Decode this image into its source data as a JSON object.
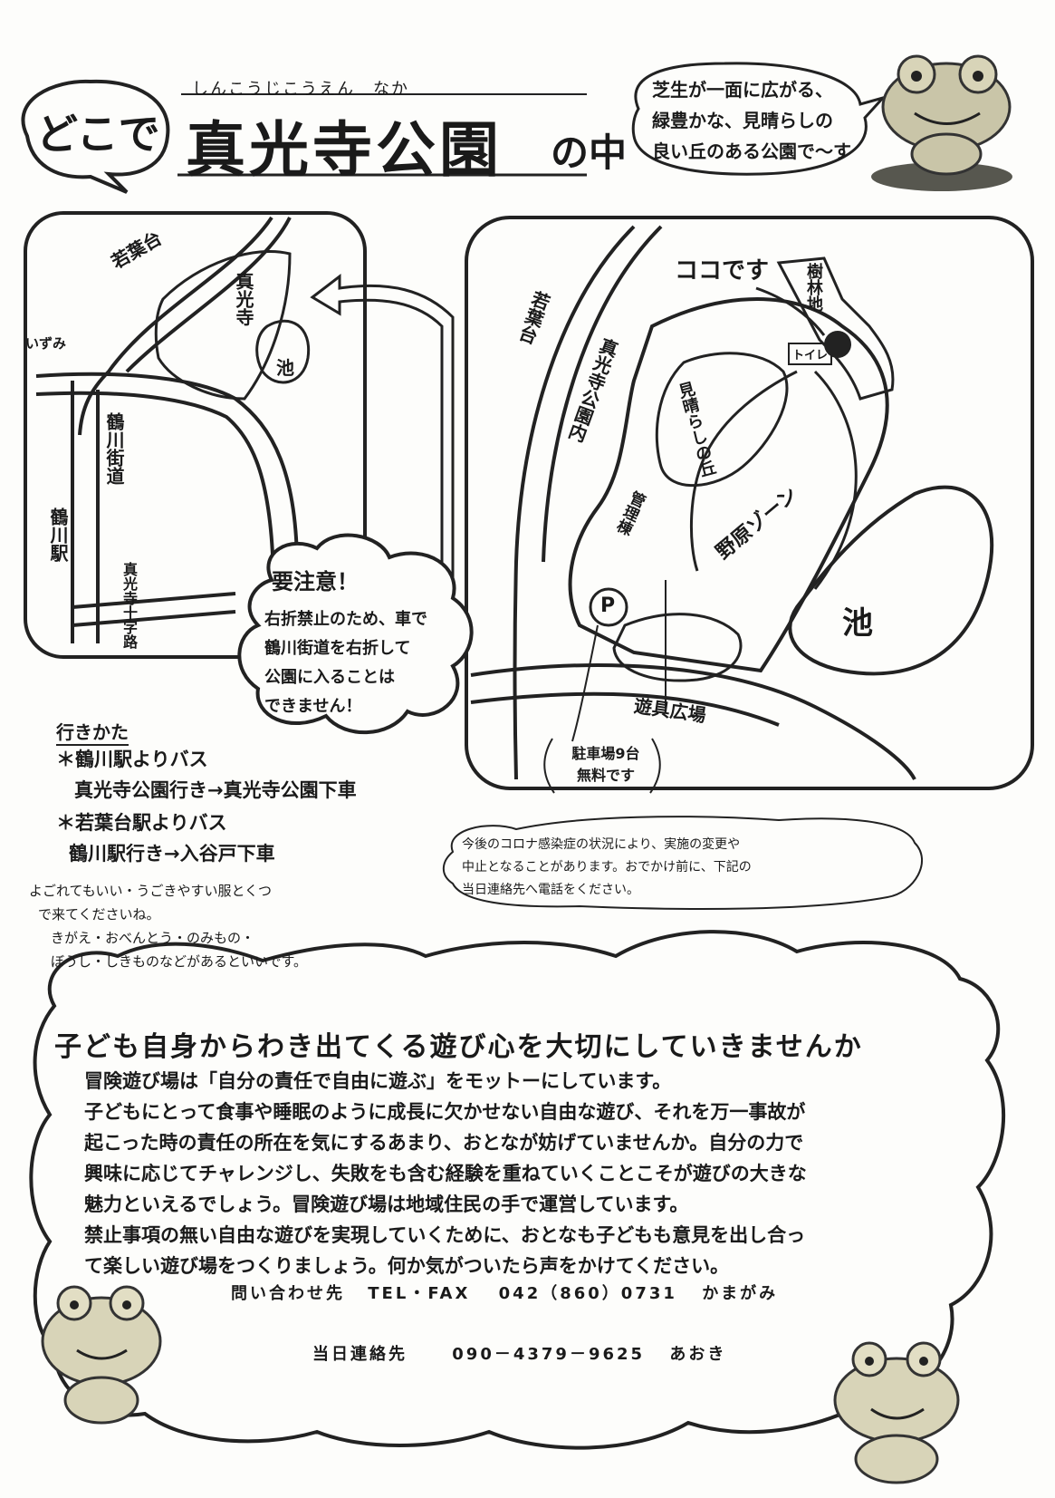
{
  "header": {
    "where_label": "どこで",
    "title": "真光寺公園",
    "title_particle": "の中",
    "title_ruby": "しんこうじこうえん　なか"
  },
  "speech_bubble": {
    "lines": [
      "芝生が一面に広がる、",
      "緑豊かな、見晴らしの",
      "良い丘のある公園で～す"
    ]
  },
  "overview_map": {
    "labels": {
      "wakabadai": "若葉台",
      "izumi": "いずみ",
      "tsurukawa_kaido": "鶴川街道",
      "tsurukawa_station": "鶴川駅",
      "shinkoji": "真光寺",
      "pond": "池",
      "crossing": "真光寺十字路"
    }
  },
  "detail_map": {
    "labels": {
      "here": "ココです",
      "forest": "樹林地",
      "toilet": "トイレ",
      "park_inside": "真光寺公園内",
      "wakabadai": "若葉台",
      "hill": "見晴らしの丘",
      "field": "野原ゾーン",
      "office": "管理棟",
      "parking_mark": "P",
      "pond": "池",
      "playground": "遊具広場",
      "parking_note": "駐車場9台\n無料です"
    }
  },
  "caution": {
    "title": "要注意！",
    "lines": [
      "右折禁止のため、車で",
      "鶴川街道を右折して",
      "公園に入ることは",
      "できません！"
    ]
  },
  "access": {
    "title": "行きかた",
    "routes": [
      {
        "from": "＊鶴川駅よりバス",
        "detail": "真光寺公園行き→真光寺公園下車"
      },
      {
        "from": "＊若葉台駅よりバス",
        "detail": "鶴川駅行き→入谷戸下車"
      }
    ]
  },
  "clothing_note": {
    "lines": [
      "よごれてもいい・うごきやすい服とくつ",
      "で来てくださいね。",
      "きがえ・おべんとう・のみもの・",
      "ぼうし・しきものなどがあるといいです。"
    ]
  },
  "covid_note": {
    "lines": [
      "今後のコロナ感染症の状況により、実施の変更や",
      "中止となることがあります。おでかけ前に、下記の",
      "当日連絡先へ電話をください。"
    ]
  },
  "message": {
    "heading": "子ども自身からわき出てくる遊び心を大切にしていきませんか",
    "lines": [
      "冒険遊び場は「自分の責任で自由に遊ぶ」をモットーにしています。",
      "子どもにとって食事や睡眠のように成長に欠かせない自由な遊び、それを万一事故が",
      "起こった時の責任の所在を気にするあまり、おとなが妨げていませんか。自分の力で",
      "興味に応じてチャレンジし、失敗をも含む経験を重ねていくことこそが遊びの大きな",
      "魅力といえるでしょう。冒険遊び場は地域住民の手で運営しています。",
      "禁止事項の無い自由な遊びを実現していくために、おとなも子どもも意見を出し合っ",
      "て楽しい遊び場をつくりましょう。何か気がついたら声をかけてください。"
    ]
  },
  "contact": {
    "inquiry_label": "問い合わせ先",
    "inquiry_type": "TEL・FAX",
    "inquiry_number": "042（860）0731",
    "inquiry_name": "かまがみ",
    "day_label": "当日連絡先",
    "day_number": "090－4379－9625",
    "day_name": "あおき"
  }
}
